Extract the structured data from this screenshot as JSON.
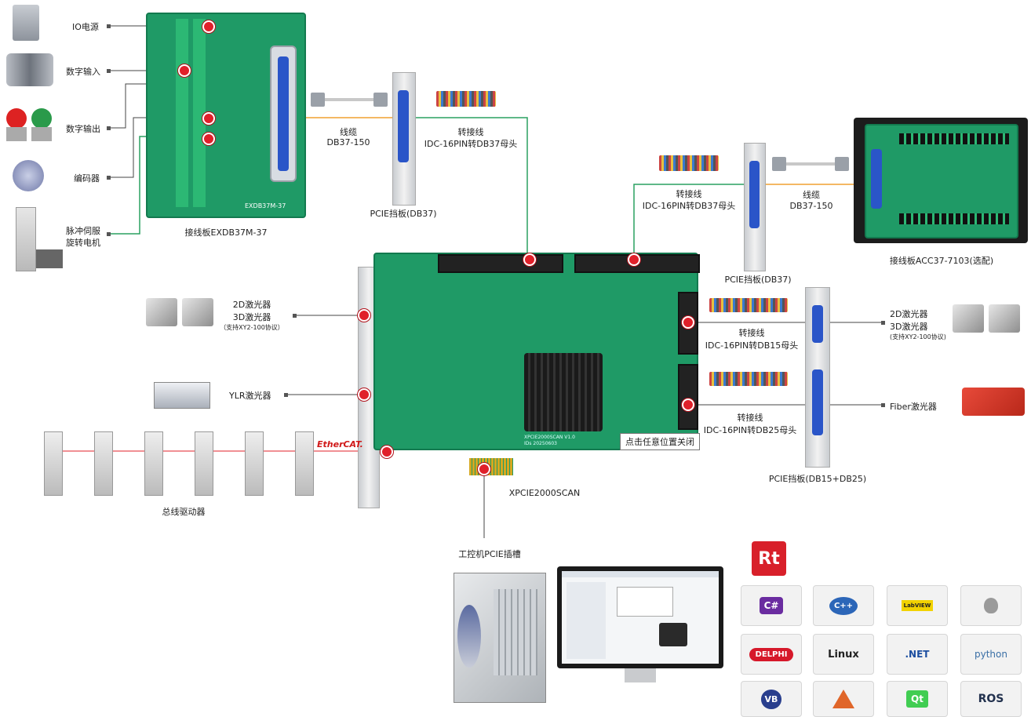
{
  "labels": {
    "io_power": "IO电源",
    "digital_input": "数字输入",
    "digital_output": "数字输出",
    "encoder": "编码器",
    "pulse_servo_line1": "脉冲伺服",
    "pulse_servo_line2": "旋转电机",
    "board_exdb37_name": "接线板EXDB37M-37",
    "board_exdb37_silk": "EXDB37M-37",
    "cable_db37_left_1": "线缆",
    "cable_db37_left_2": "DB37-150",
    "adapter_top_1": "转接线",
    "adapter_top_2": "IDC-16PIN转DB37母头",
    "pcie_bracket_db37_left": "PCIE挡板(DB37)",
    "adapter_right_1": "转接线",
    "adapter_right_2": "IDC-16PIN转DB37母头",
    "cable_db37_right_1": "线缆",
    "cable_db37_right_2": "DB37-150",
    "board_acc37": "接线板ACC37-7103(选配)",
    "pcie_bracket_db37_right": "PCIE挡板(DB37)",
    "laser_left_1": "2D激光器",
    "laser_left_2": "3D激光器",
    "laser_left_3": "（支持XY2-100协议）",
    "ylr_laser": "YLR激光器",
    "ethercat": "EtherCAT.",
    "bus_driver": "总线驱动器",
    "adapter_db15_1": "转接线",
    "adapter_db15_2": "IDC-16PIN转DB15母头",
    "adapter_db25_1": "转接线",
    "adapter_db25_2": "IDC-16PIN转DB25母头",
    "laser_right_1": "2D激光器",
    "laser_right_2": "3D激光器",
    "laser_right_3": "(支持XY2-100协议)",
    "fiber_laser": "Fiber激光器",
    "pcie_bracket_db15_db25": "PCIE挡板(DB15+DB25)",
    "card_name": "XPCIE2000SCAN",
    "card_silk_1": "XPCIE2000SCAN V1.0",
    "card_silk_2": "IDs 20250603",
    "pcie_slot": "工控机PCIE插槽",
    "close_hint": "点击任意位置关闭"
  },
  "software_logos": [
    {
      "name": "C#",
      "color": "#6a2ca0"
    },
    {
      "name": "C++",
      "color": "#2c66b8"
    },
    {
      "name": "LabVIEW",
      "color": "#f2d200"
    },
    {
      "name": "",
      "color": "#9a9a9a"
    },
    {
      "name": "DELPHI",
      "color": "#d6182a"
    },
    {
      "name": "Linux",
      "color": "#222222"
    },
    {
      "name": ".NET",
      "color": "#1c4ea0"
    },
    {
      "name": "python",
      "color": "#3a6fa6"
    },
    {
      "name": "VB",
      "color": "#2a3f8e"
    },
    {
      "name": "",
      "color": "#e0662a"
    },
    {
      "name": "Qt",
      "color": "#41cd52"
    },
    {
      "name": "ROS",
      "color": "#22314e"
    }
  ],
  "rt_logo": "Rt",
  "colors": {
    "pcb": "#1f9a66",
    "red_dot": "#e0202a",
    "green_line": "#2aa060",
    "orange_line": "#f0a030"
  }
}
